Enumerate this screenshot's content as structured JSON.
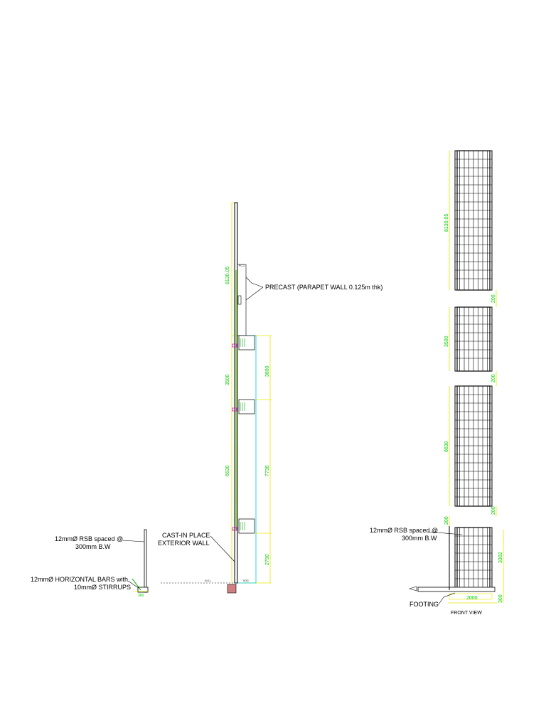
{
  "labels": {
    "precast": "PRECAST (PARAPET WALL 0.125m thk)",
    "cast_in_place_1": "CAST-IN PLACE",
    "cast_in_place_2": "EXTERIOR WALL",
    "rsb_left_1": "12mmØ RSB spaced @",
    "rsb_left_2": "300mm B.W",
    "horizontal_1": "12mmØ HORIZONTAL BARS with",
    "horizontal_2": "10mmØ STIRRUPS",
    "rsb_right_1": "12mmØ RSB spaced @",
    "rsb_right_2": "300mm B.W",
    "footing": "FOOTING",
    "front_view": "FRONT VIEW"
  },
  "section_dims": {
    "top": "8130.05",
    "mid": "3500",
    "low": "6630",
    "right_top": "3800",
    "right_mid": "7730",
    "right_low": "2790"
  },
  "front_dims": {
    "panel1": "8130.05",
    "panel1_gap": "200",
    "panel2": "3500",
    "panel2_gap": "200",
    "panel3": "6630",
    "panel3_gap": "200",
    "panel4_gap": "200",
    "base_height": "3302",
    "footing_width": "2000",
    "footing_height": "300"
  },
  "colors": {
    "line": "#000000",
    "dimension": "#00cc00",
    "guide": "#e6e600",
    "cyan": "#00cccc",
    "magenta": "#e000e0",
    "footing_fill": "#d08080"
  }
}
